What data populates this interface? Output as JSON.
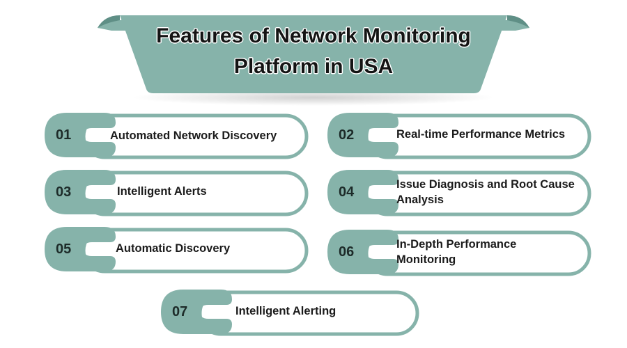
{
  "title": {
    "line1": "Features of Network Monitoring",
    "line2": "Platform in USA"
  },
  "colors": {
    "teal": "#86b3aa",
    "teal_dark": "#5f8f86",
    "text": "#1b1b1b"
  },
  "features": [
    {
      "number": "01",
      "label": "Automated Network Discovery"
    },
    {
      "number": "02",
      "label": "Real-time Performance Metrics"
    },
    {
      "number": "03",
      "label": "Intelligent Alerts"
    },
    {
      "number": "04",
      "label_line1": "Issue Diagnosis and Root Cause",
      "label_line2": "Analysis"
    },
    {
      "number": "05",
      "label": "Automatic Discovery"
    },
    {
      "number": "06",
      "label_line1": "In-Depth Performance",
      "label_line2": "Monitoring"
    },
    {
      "number": "07",
      "label": "Intelligent Alerting"
    }
  ]
}
